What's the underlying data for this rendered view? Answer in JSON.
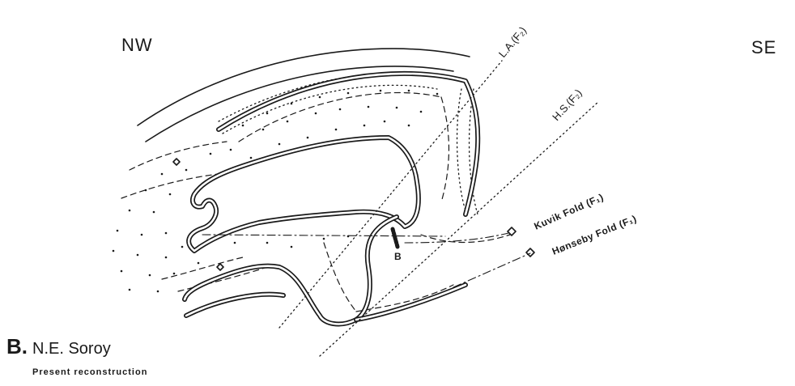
{
  "directions": {
    "left": "NW",
    "right": "SE"
  },
  "axes": {
    "axial_surface": "L.A.(F₂)",
    "hinge_surface": "H.S.(F₂)"
  },
  "folds": {
    "kuvik": "Kuvik Fold (F₁)",
    "honseby": "Hønseby Fold (F₁)"
  },
  "marker_label": "B",
  "panel": {
    "letter": "B.",
    "title": "N.E. Soroy",
    "subtitle": "Present reconstruction"
  }
}
